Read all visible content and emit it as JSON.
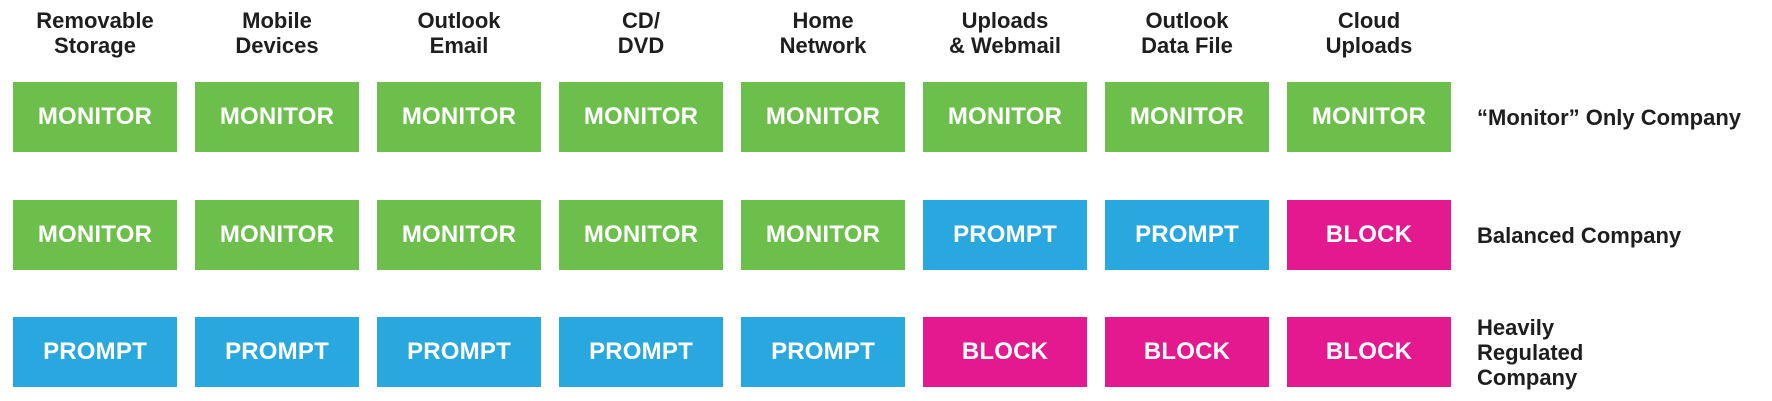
{
  "headers": [
    [
      "Removable",
      "Storage"
    ],
    [
      "Mobile",
      "Devices"
    ],
    [
      "Outlook",
      "Email"
    ],
    [
      "CD/",
      "DVD"
    ],
    [
      "Home",
      "Network"
    ],
    [
      "Uploads",
      "& Webmail"
    ],
    [
      "Outlook",
      "Data File"
    ],
    [
      "Cloud",
      "Uploads"
    ]
  ],
  "rows": [
    {
      "label": "“Monitor” Only Company",
      "cells": [
        "MONITOR",
        "MONITOR",
        "MONITOR",
        "MONITOR",
        "MONITOR",
        "MONITOR",
        "MONITOR",
        "MONITOR"
      ]
    },
    {
      "label": "Balanced Company",
      "cells": [
        "MONITOR",
        "MONITOR",
        "MONITOR",
        "MONITOR",
        "MONITOR",
        "PROMPT",
        "PROMPT",
        "BLOCK"
      ]
    },
    {
      "label": "Heavily Regulated Company",
      "cells": [
        "PROMPT",
        "PROMPT",
        "PROMPT",
        "PROMPT",
        "PROMPT",
        "BLOCK",
        "BLOCK",
        "BLOCK"
      ]
    }
  ],
  "colors": {
    "MONITOR": "#6cbf4a",
    "PROMPT": "#29a8e0",
    "BLOCK": "#e5198f"
  }
}
